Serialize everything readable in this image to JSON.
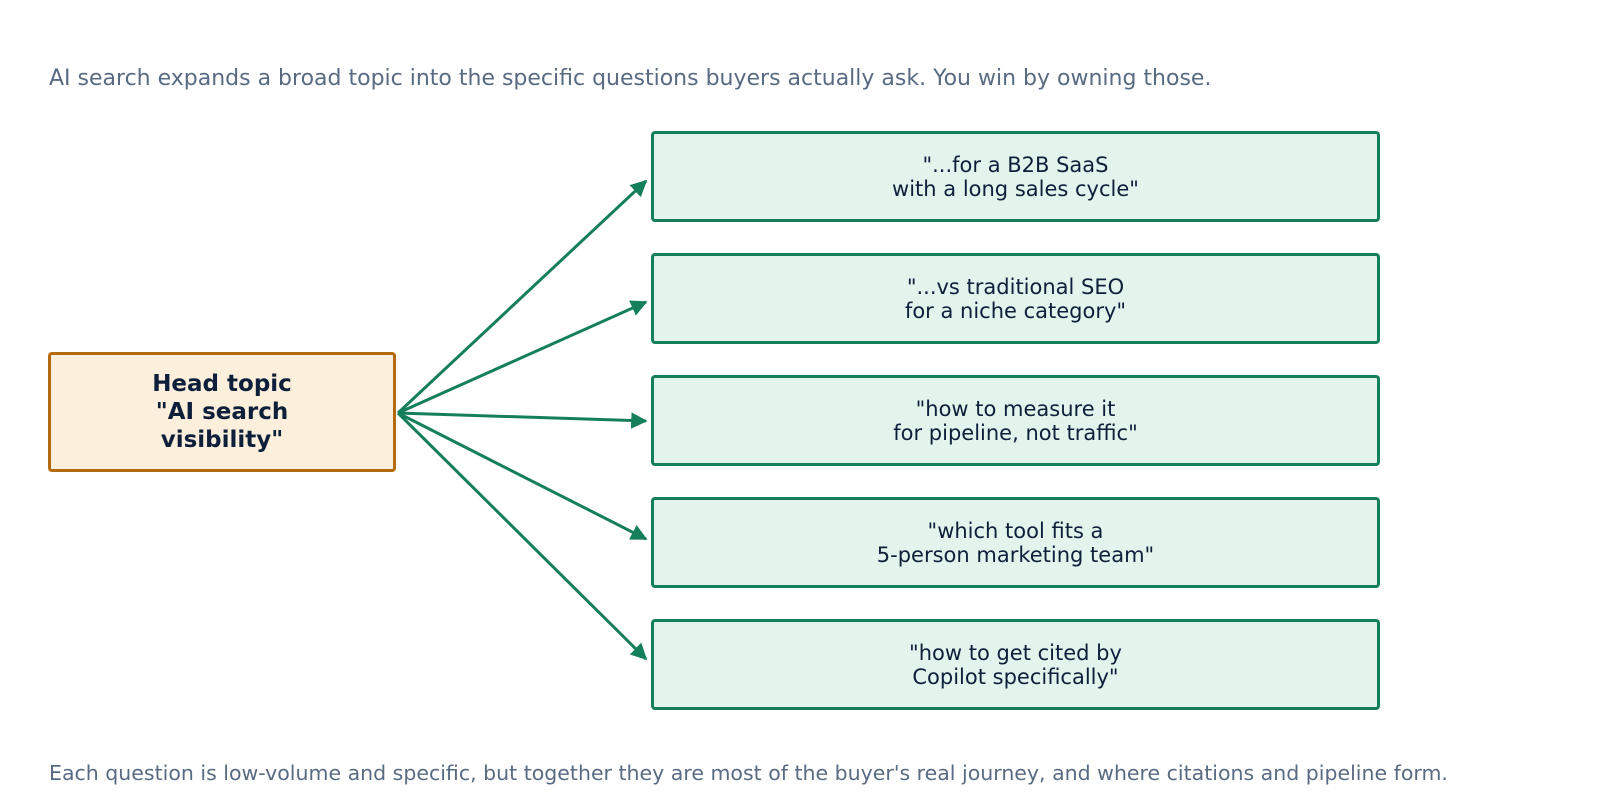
{
  "subtitle": "AI search expands a broad topic into the specific questions buyers actually ask. You win by owning those.",
  "head_topic": {
    "lines": [
      "Head topic",
      "\"AI search",
      "visibility\""
    ]
  },
  "questions": [
    {
      "line1": "\"...for a B2B SaaS",
      "line2": "with a long sales cycle\""
    },
    {
      "line1": "\"...vs traditional SEO",
      "line2": "for a niche category\""
    },
    {
      "line1": "\"how to measure it",
      "line2": "for pipeline, not traffic\""
    },
    {
      "line1": "\"which tool fits a",
      "line2": "5-person marketing team\""
    },
    {
      "line1": "\"how to get cited by",
      "line2": "Copilot specifically\""
    }
  ],
  "footnote": "Each question is low-volume and specific, but together they are most of the buyer's real journey, and where citations and pipeline form.",
  "colors": {
    "head_fill": "#fcefdb",
    "head_border": "#b46a11",
    "question_fill": "#e2f4ec",
    "question_border": "#157f5c",
    "arrow": "#157f5c",
    "text_dark": "#0e1f3b",
    "text_muted": "#596b82"
  }
}
